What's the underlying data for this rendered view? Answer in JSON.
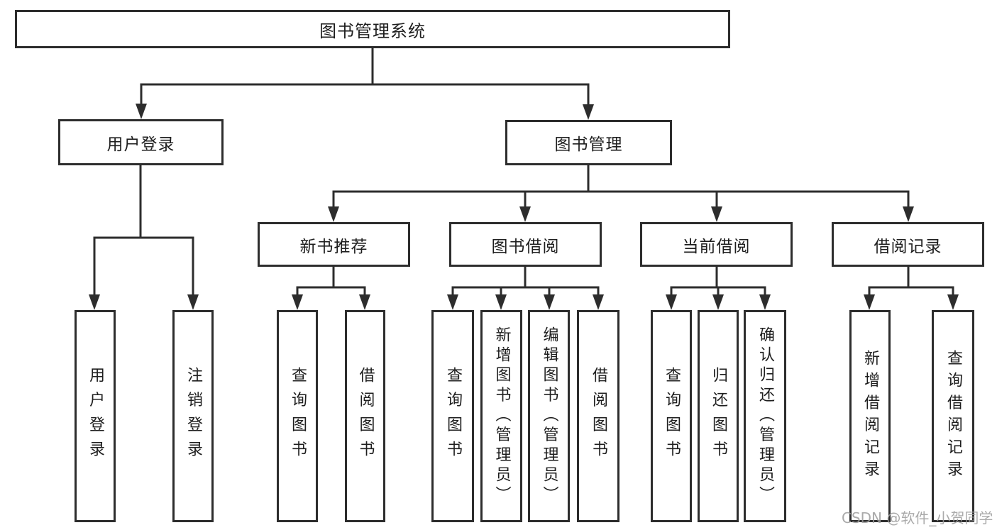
{
  "tree": {
    "root": {
      "label": "图书管理系统"
    },
    "children": [
      {
        "label": "用户登录",
        "children": [
          {
            "label": "用户登录"
          },
          {
            "label": "注销登录"
          }
        ]
      },
      {
        "label": "图书管理",
        "children": [
          {
            "label": "新书推荐",
            "children": [
              {
                "label": "查询图书"
              },
              {
                "label": "借阅图书"
              }
            ]
          },
          {
            "label": "图书借阅",
            "children": [
              {
                "label": "查询图书"
              },
              {
                "label": "新增图书（管理员）"
              },
              {
                "label": "编辑图书（管理员）"
              },
              {
                "label": "借阅图书"
              }
            ]
          },
          {
            "label": "当前借阅",
            "children": [
              {
                "label": "查询图书"
              },
              {
                "label": "归还图书"
              },
              {
                "label": "确认归还（管理员）"
              }
            ]
          },
          {
            "label": "借阅记录",
            "children": [
              {
                "label": "新增借阅记录"
              },
              {
                "label": "查询借阅记录"
              }
            ]
          }
        ]
      }
    ]
  },
  "watermark": {
    "text": "CSDN @软件_小贺同学"
  },
  "colors": {
    "line": "#2d2d2d",
    "text": "#1e1e1e",
    "background": "#ffffff",
    "watermark": "#9e9e9e"
  }
}
